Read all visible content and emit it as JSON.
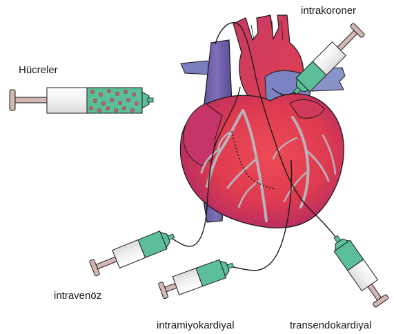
{
  "labels": {
    "cells": "Hücreler",
    "intracoronary": "intrakoroner",
    "intravenous": "intravenöz",
    "intramyocardial": "intramiyokardiyal",
    "transendocardial": "transendokardiyal"
  },
  "colors": {
    "heart_red": "#e0394f",
    "heart_magenta": "#c0306a",
    "vena_cava": "#6d5ea8",
    "vessel_blue": "#8a93c8",
    "coronary": "#b9b3bb",
    "syringe_fill": "#5cbf9a",
    "plunger": "#d3b7b5",
    "cell": "#c4656d",
    "outline": "#1a1a1a"
  }
}
